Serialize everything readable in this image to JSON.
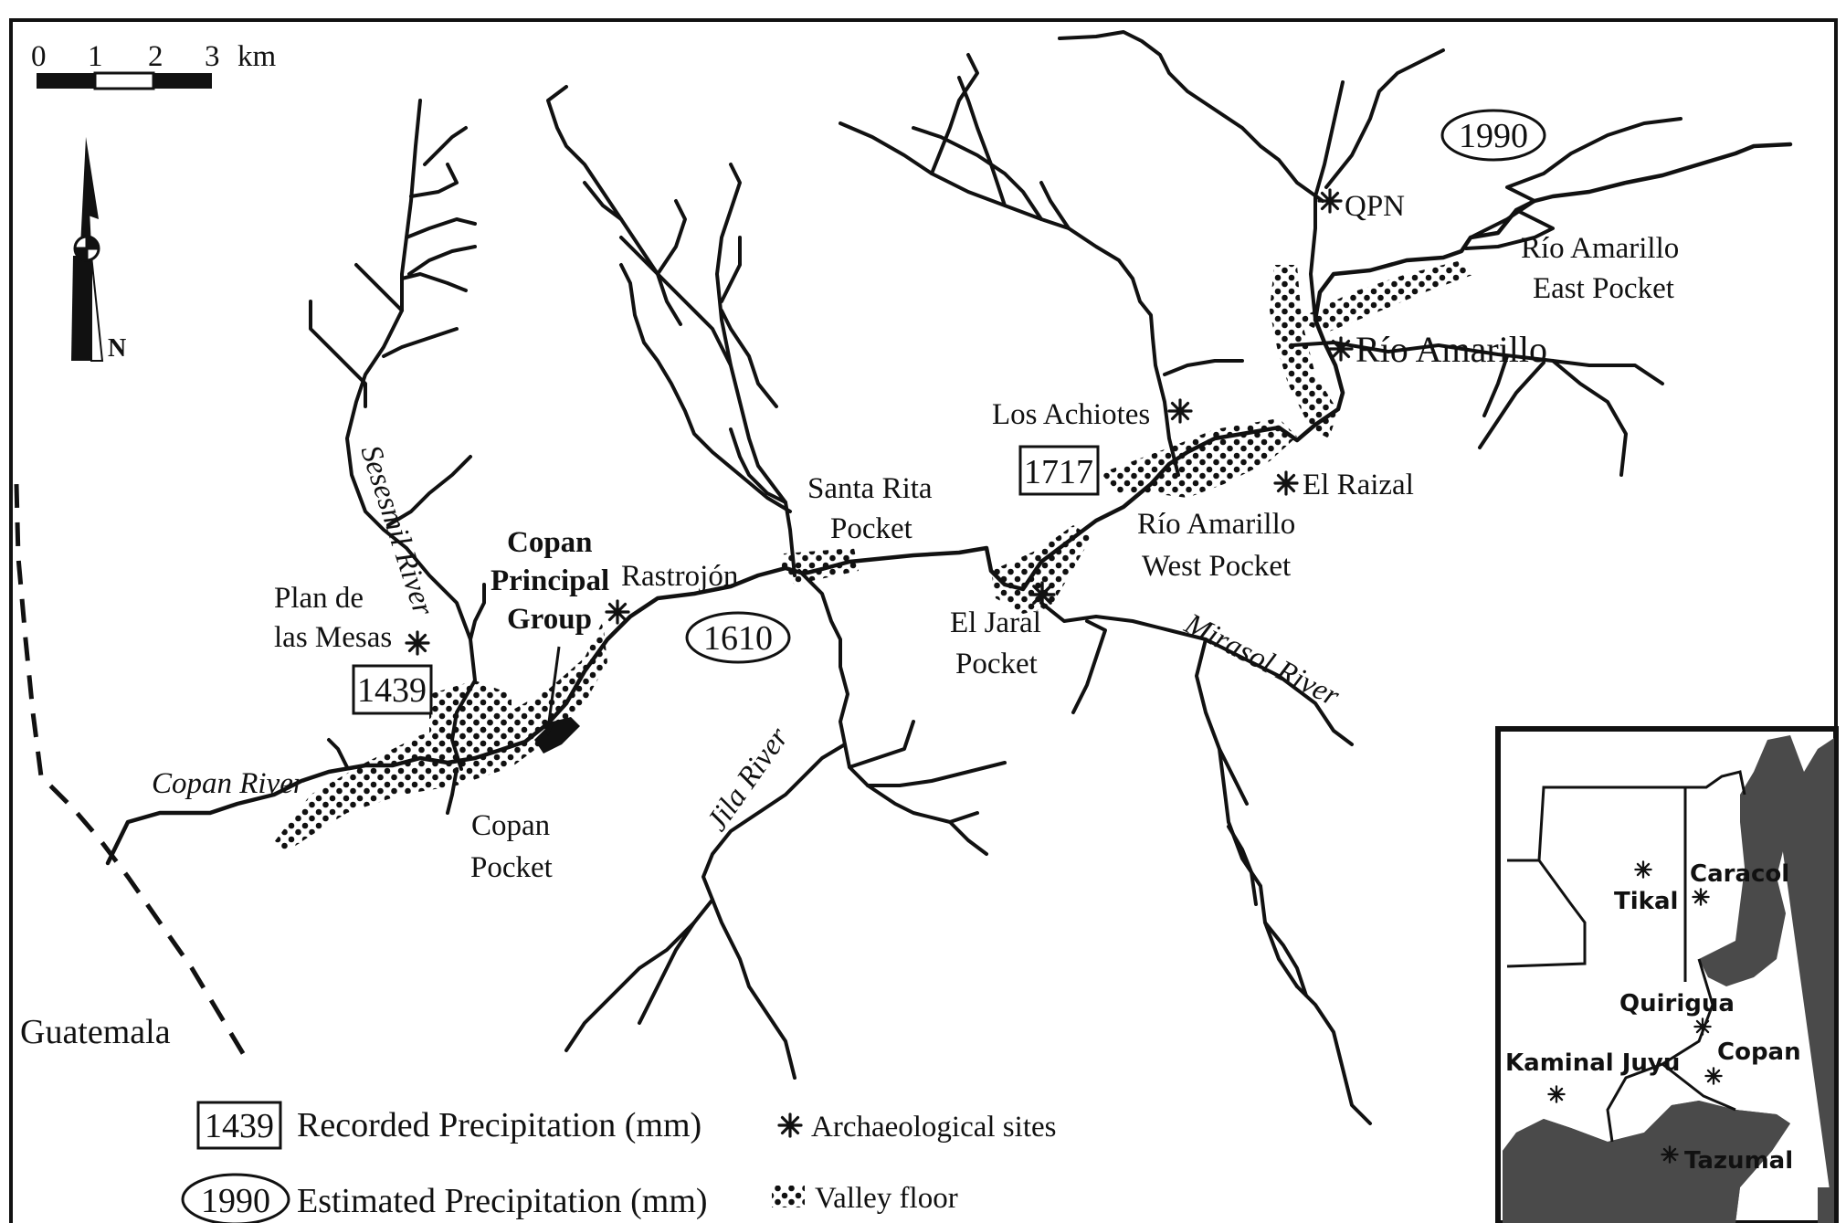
{
  "scale_bar": {
    "ticks": [
      "0",
      "1",
      "2",
      "3"
    ],
    "unit": "km"
  },
  "north_arrow": {
    "label": "N",
    "icon": "north-arrow-icon"
  },
  "precipitation": {
    "recorded": [
      "1439",
      "1717"
    ],
    "estimated": [
      "1990",
      "1610"
    ]
  },
  "sites": {
    "qpn": "QPN",
    "rio_amarillo": "Río Amarillo",
    "los_achiotes": "Los Achiotes",
    "el_raizal": "El Raizal",
    "rastrojon": "Rastrojón",
    "plan_de_mesas": [
      "Plan de",
      "las Mesas"
    ],
    "copan_group": [
      "Copan",
      "Principal",
      "Group"
    ]
  },
  "pockets": {
    "rio_amarillo_east": [
      "Río Amarillo",
      "East Pocket"
    ],
    "rio_amarillo_west": [
      "Río Amarillo",
      "West Pocket"
    ],
    "santa_rita": [
      "Santa Rita",
      "Pocket"
    ],
    "el_jaral": [
      "El Jaral",
      "Pocket"
    ],
    "copan": [
      "Copan",
      "Pocket"
    ]
  },
  "rivers": {
    "sesesmil": "Sesesmil River",
    "copan": "Copan River",
    "jila": "Jila River",
    "mirasol": "Mirasol River"
  },
  "border": {
    "country": "Guatemala"
  },
  "legend": {
    "recorded_sample": "1439",
    "recorded_label": "Recorded Precipitation (mm)",
    "estimated_sample": "1990",
    "estimated_label": "Estimated Precipitation (mm)",
    "sites_label": "Archaeological sites",
    "valley_label": "Valley floor"
  },
  "inset": {
    "sites": [
      "Tikal",
      "Caracol",
      "Quirigua",
      "Copan",
      "Kaminal Juyu",
      "Tazumal"
    ]
  },
  "colors": {
    "ink": "#111111",
    "sea": "#4a4a4a",
    "paper": "#ffffff"
  }
}
